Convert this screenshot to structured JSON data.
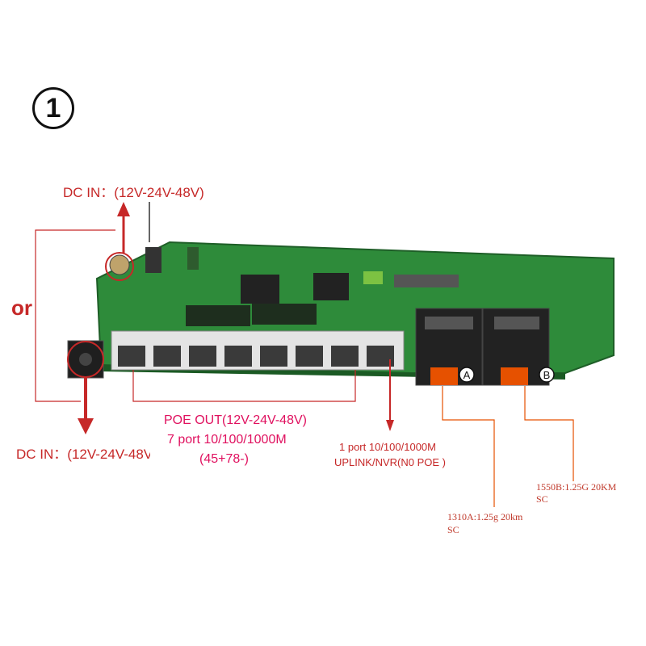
{
  "badge": {
    "number": "1"
  },
  "labels": {
    "dc_in_top": "DC IN：(12V-24V-48V)",
    "dc_in_bottom": "DC IN：(12V-24V-48V",
    "or": "or",
    "poe_line1": "POE OUT(12V-24V-48V)",
    "poe_line2": "7 port 10/100/1000M",
    "poe_line3": "(45+78-)",
    "uplink_line1": "1 port 10/100/1000M",
    "uplink_line2": "UPLINK/NVR(N0 POE )",
    "fiber_b_line1": "1550B:1.25G 20KM",
    "fiber_b_line2": "SC",
    "fiber_a_line1": "1310A:1.25g 20km",
    "fiber_a_line2": "SC",
    "port_a": "A",
    "port_b": "B"
  },
  "colors": {
    "annotation_red": "#c62828",
    "poe_pink": "#e0115f",
    "fiber_orange": "#e65100",
    "pcb_green": "#2e8b3a"
  }
}
